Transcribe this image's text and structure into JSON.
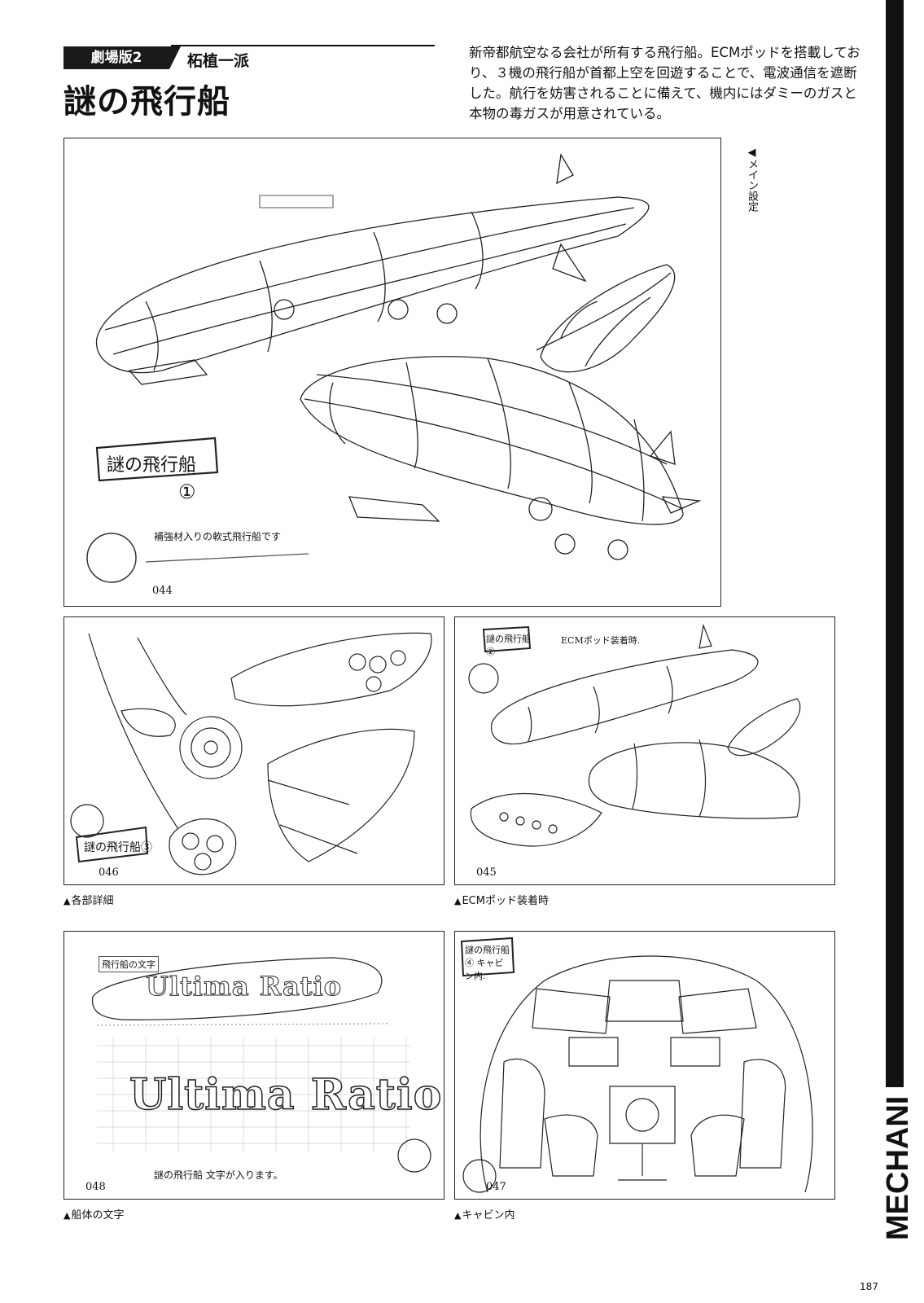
{
  "header": {
    "tag": "劇場版2",
    "author": "柘植一派",
    "title": "謎の飛行船",
    "description": "新帝都航空なる会社が所有する飛行船。ECMポッドを搭載しており、３機の飛行船が首都上空を回遊することで、電波通信を遮断した。航行を妨害されることに備えて、機内にはダミーのガスと本物の毒ガスが用意されている。"
  },
  "main_sheet": {
    "caption": "メイン設定",
    "number": "044",
    "stamp_text": "謎の飛行船",
    "stamp_num": "①",
    "note": "補強材入りの軟式飛行船です"
  },
  "panels": [
    {
      "id": "046",
      "caption": "各部詳細",
      "number": "046",
      "stamp": "謎の飛行船③"
    },
    {
      "id": "045",
      "caption": "ECMポッド装着時",
      "number": "045",
      "stamp": "謎の飛行船②",
      "note": "ECMポッド装着時."
    },
    {
      "id": "048",
      "caption": "船体の文字",
      "number": "048",
      "stamp": "飛行船の文字",
      "lettering": "Ultima Ratio",
      "note": "謎の飛行船 文字が入ります。"
    },
    {
      "id": "047",
      "caption": "キャビン内",
      "number": "047",
      "stamp": "謎の飛行船④ キャビン内."
    }
  ],
  "sidebar": {
    "label": "MECHANIC"
  },
  "page_number": "187"
}
